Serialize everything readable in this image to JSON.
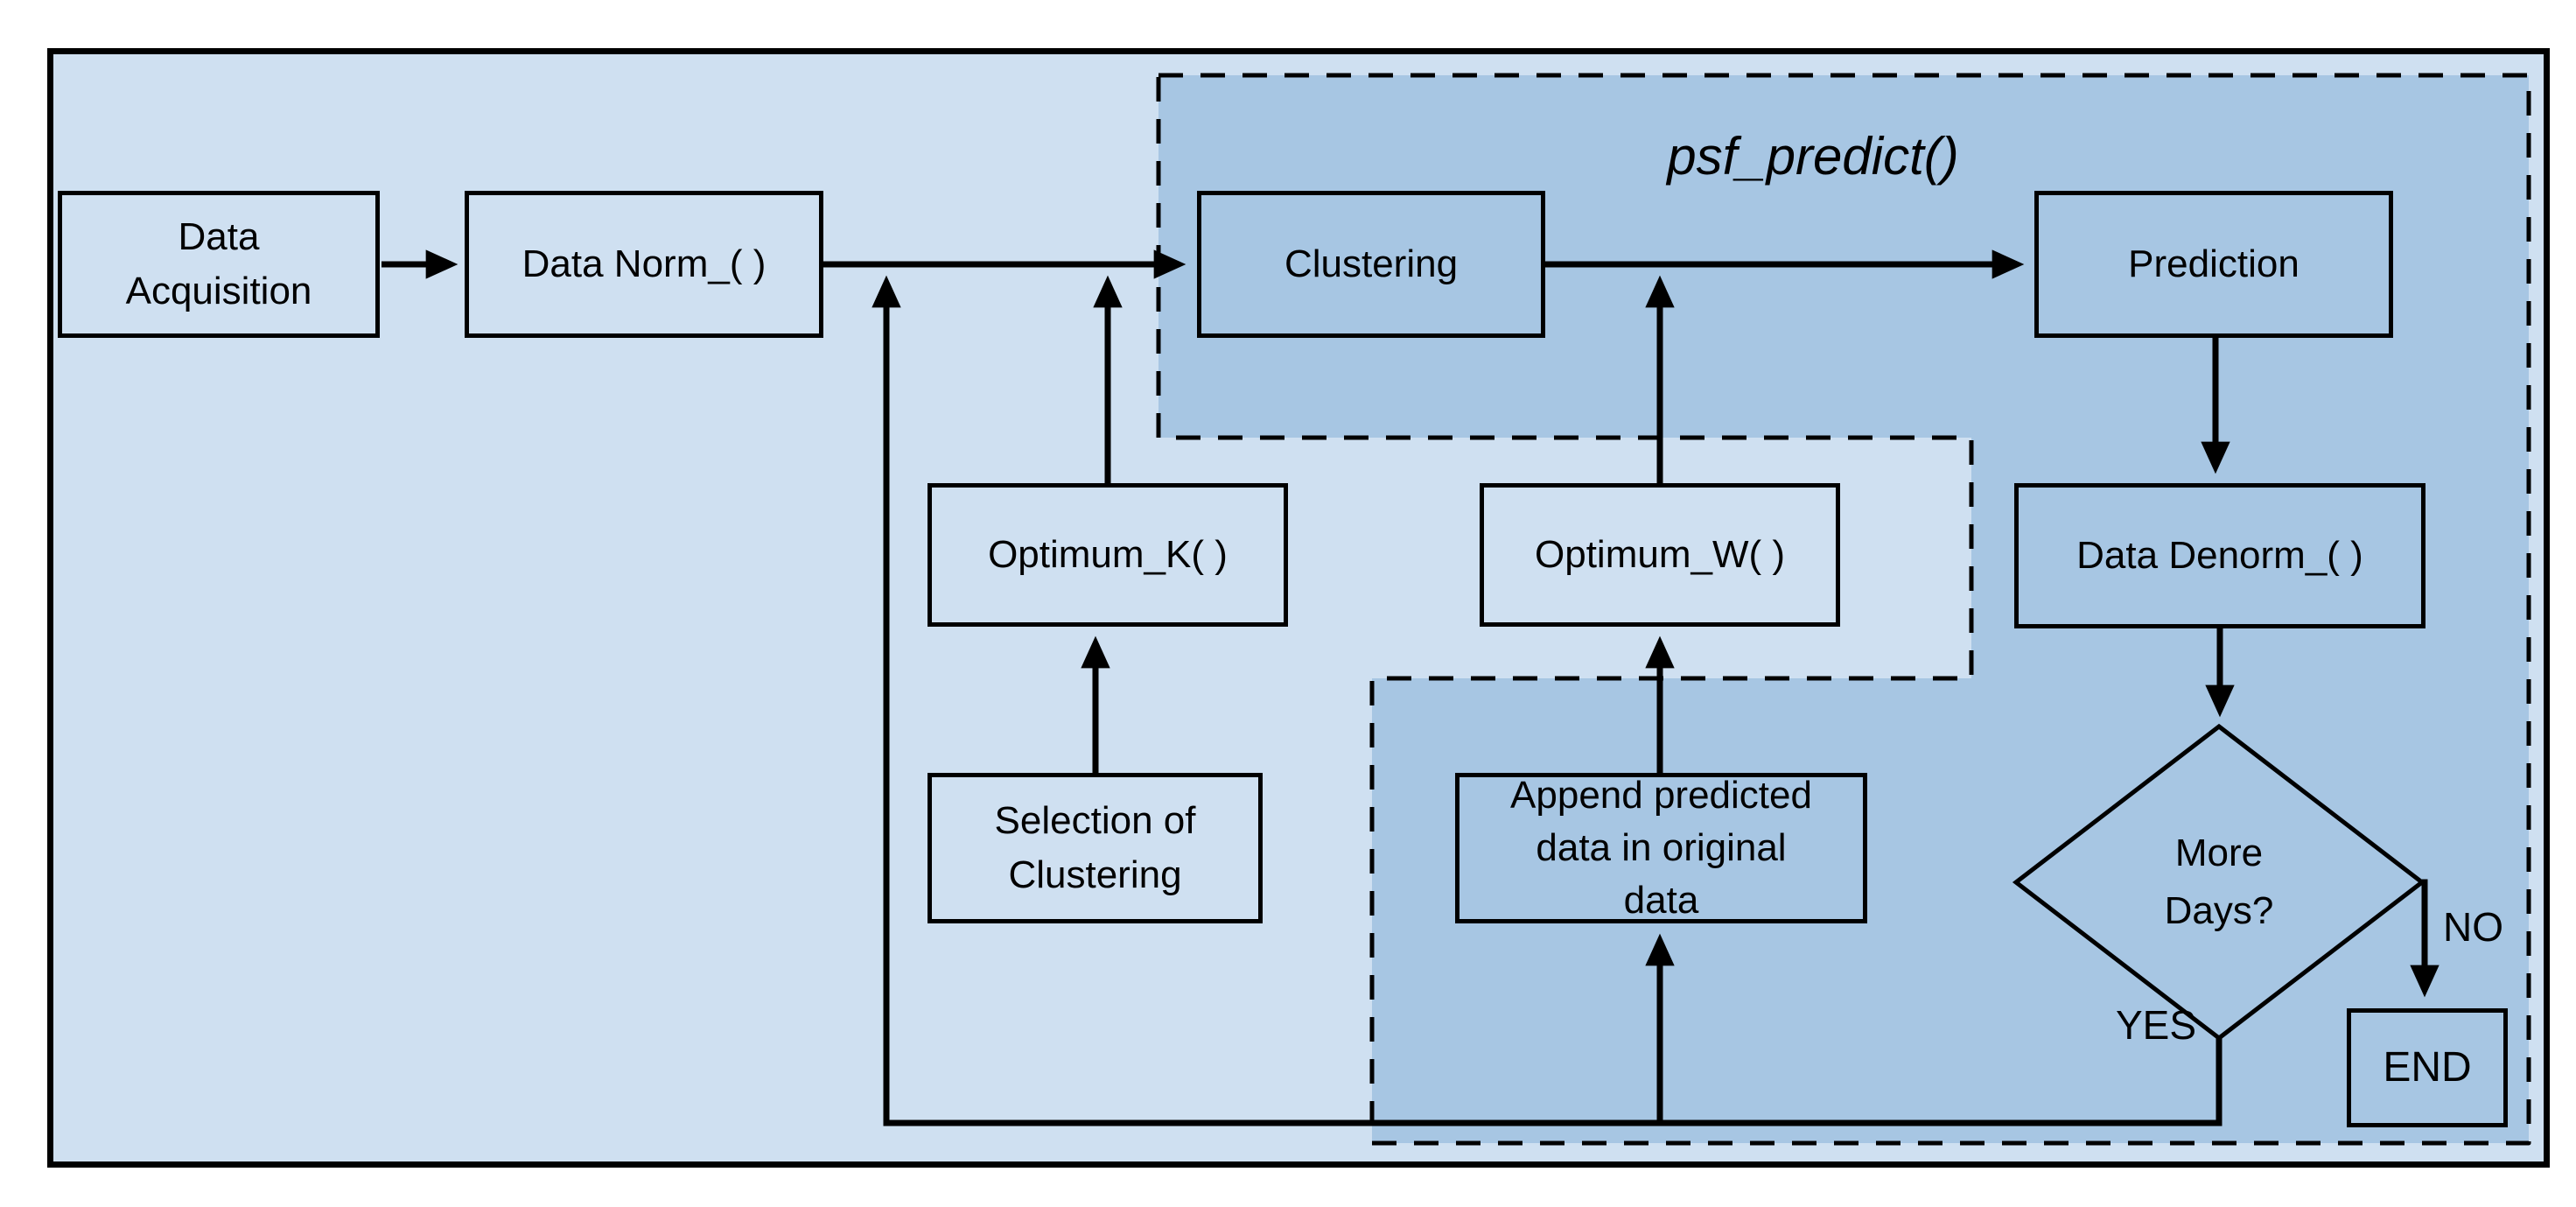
{
  "diagram": {
    "psf_label": "psf_predict()",
    "edge_labels": {
      "yes": "YES",
      "no": "NO"
    },
    "nodes": {
      "data_acquisition": {
        "lines": [
          "Data",
          "Acquisition"
        ]
      },
      "data_norm": {
        "label": "Data Norm_( )"
      },
      "clustering": {
        "label": "Clustering"
      },
      "prediction": {
        "label": "Prediction"
      },
      "optimum_k": {
        "label": "Optimum_K( )"
      },
      "optimum_w": {
        "label": "Optimum_W( )"
      },
      "data_denorm": {
        "label": "Data Denorm_( )"
      },
      "selection_of_clustering": {
        "lines": [
          "Selection of",
          "Clustering"
        ]
      },
      "append_predicted": {
        "lines": [
          "Append predicted",
          "data in original",
          "data"
        ]
      },
      "more_days": {
        "lines": [
          "More",
          "Days?"
        ]
      },
      "end": {
        "label": "END"
      }
    },
    "colors": {
      "page_background": "#ffffff",
      "outer_fill_light": "#cfe0f1",
      "psf_region_fill_dark": "#a7c6e3",
      "stroke": "#000000"
    }
  }
}
